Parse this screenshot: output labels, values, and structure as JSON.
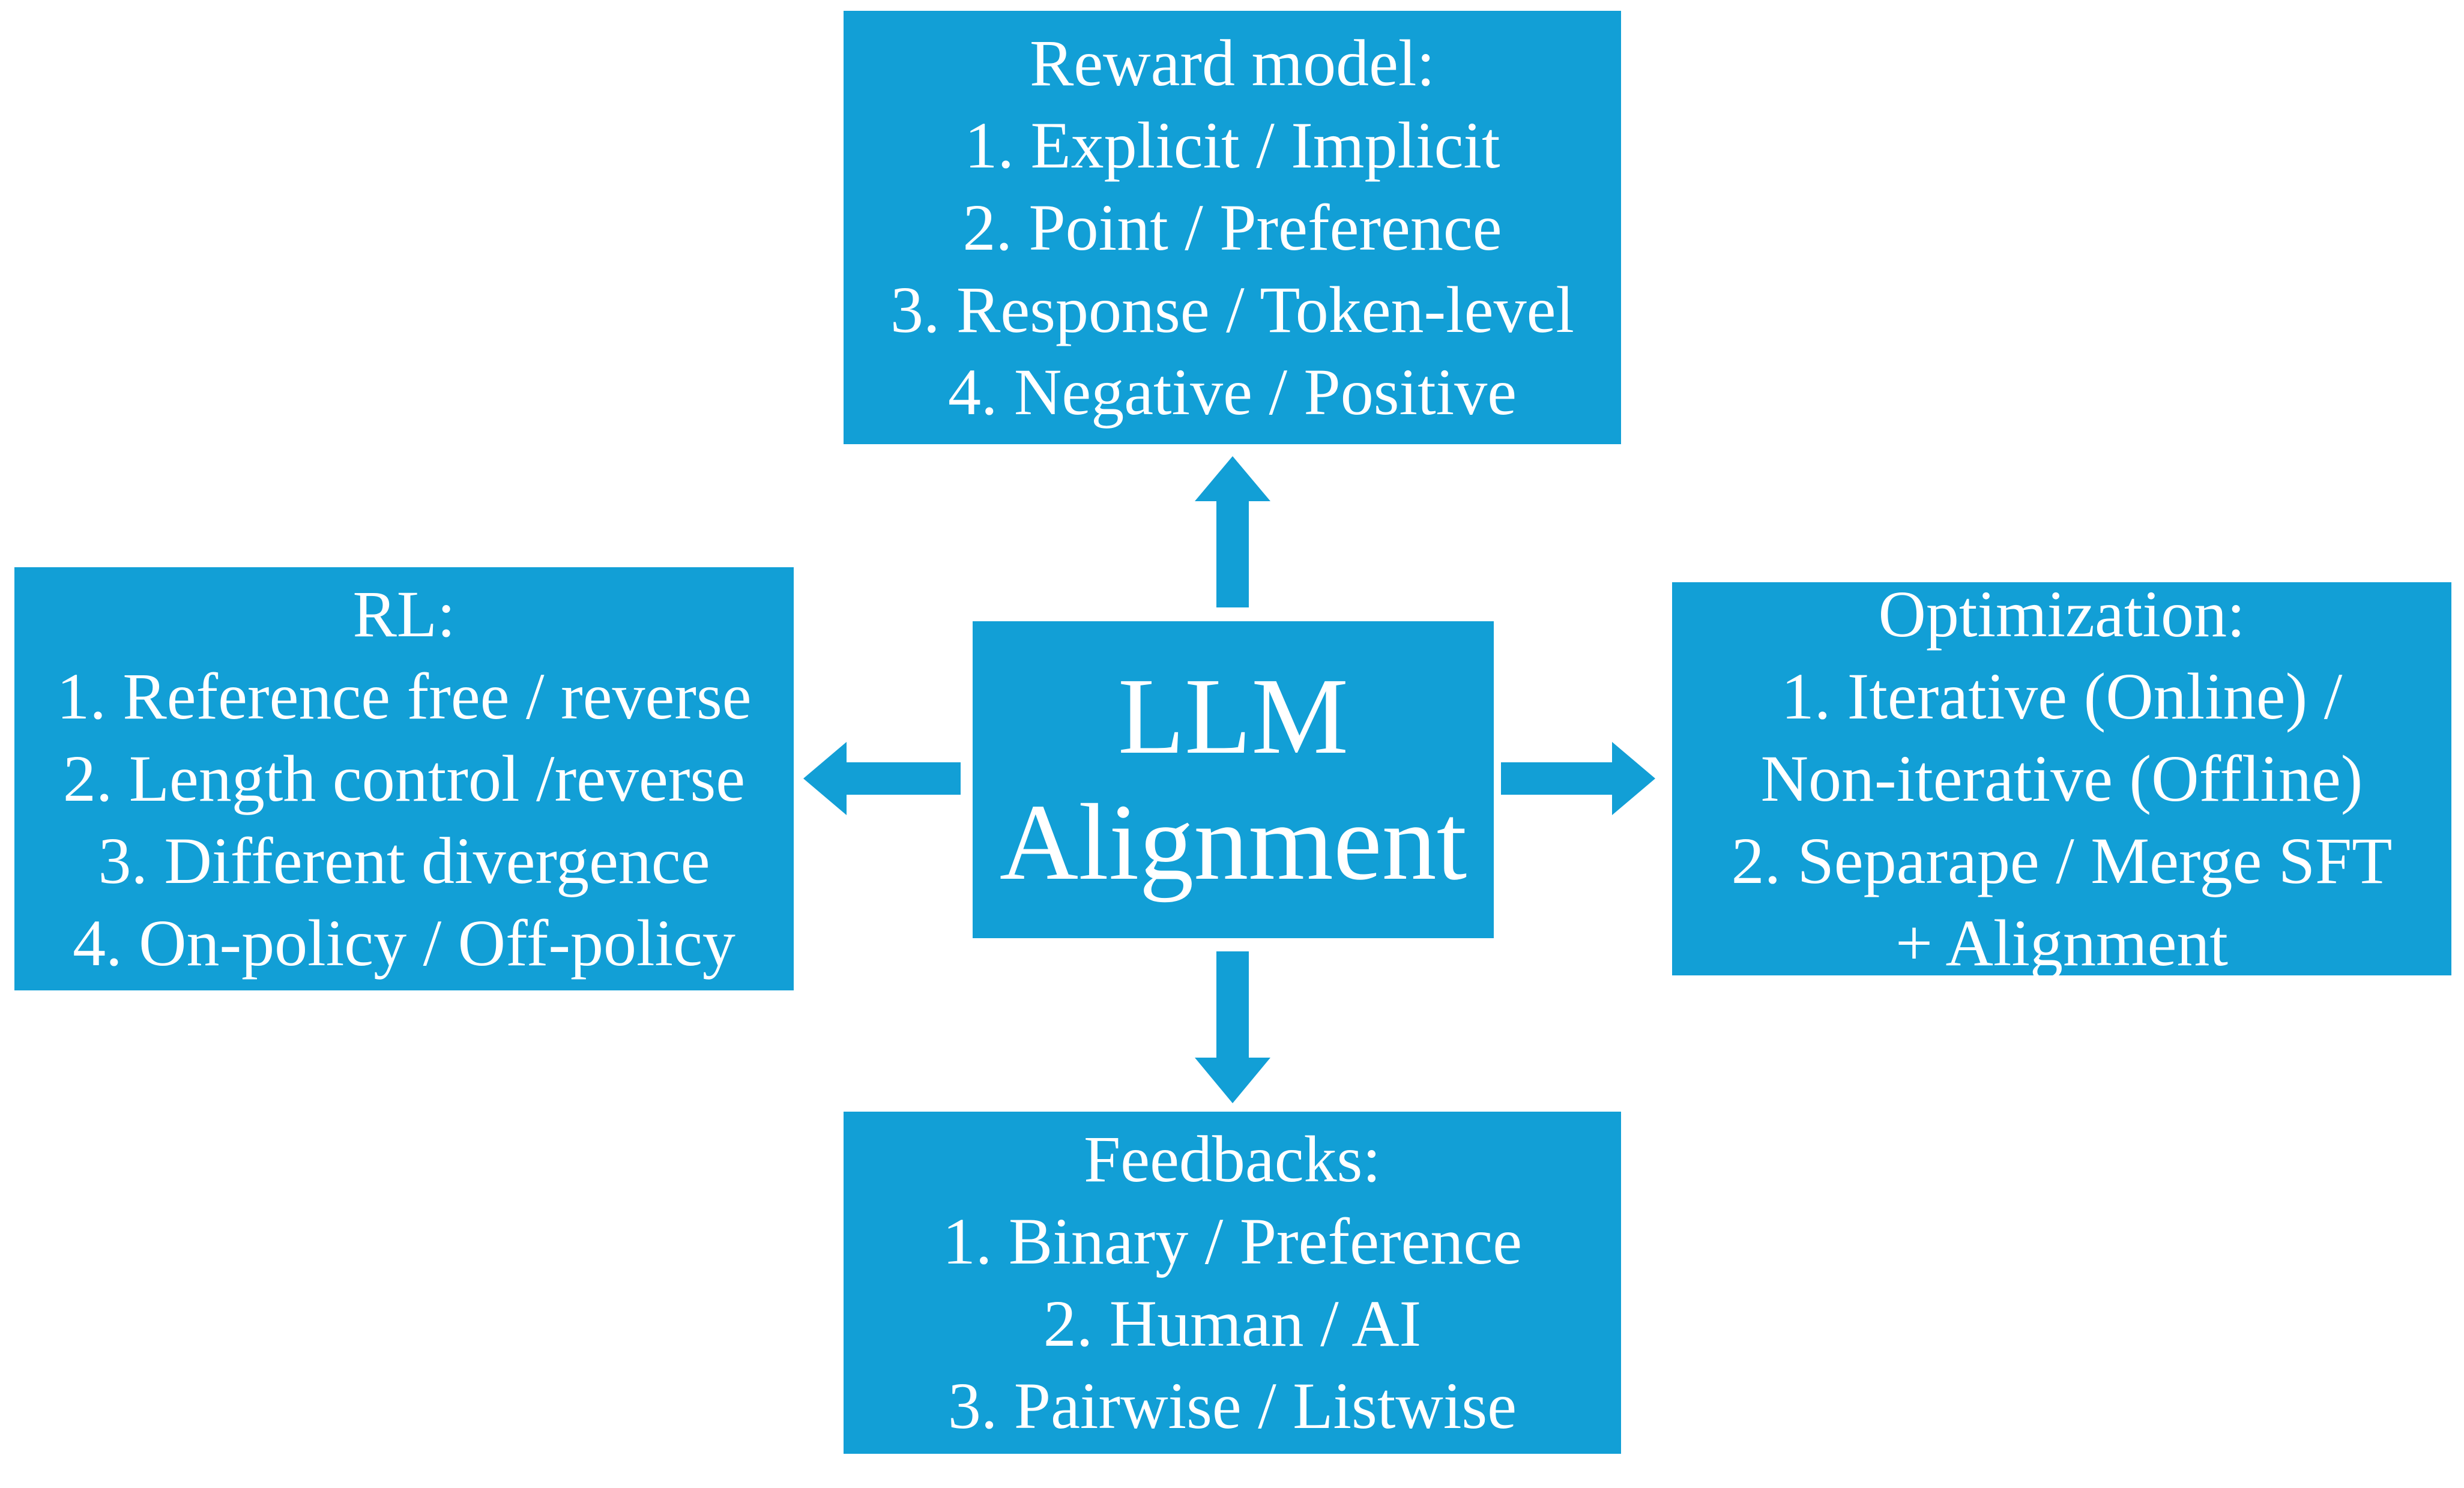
{
  "center": {
    "lines": [
      "LLM",
      "Alignment"
    ]
  },
  "reward_model": {
    "lines": [
      "Reward model:",
      "1. Explicit / Implicit",
      "2. Point / Preference",
      "3. Response / Token-level",
      "4. Negative / Positive"
    ]
  },
  "rl": {
    "lines": [
      "RL:",
      "1. Reference free / reverse",
      "2. Length control /reverse",
      "3. Different divergence",
      "4. On-policy / Off-policy"
    ]
  },
  "optimization": {
    "lines": [
      "Optimization:",
      "1. Iterative (Online) /",
      "Non-iterative (Offline)",
      "2. Separape / Merge SFT",
      "+ Alignment"
    ]
  },
  "feedbacks": {
    "lines": [
      "Feedbacks:",
      "1. Binary / Preference",
      "2. Human / AI",
      "3. Pairwise / Listwise"
    ]
  },
  "colors": {
    "box_fill": "#129fd6",
    "text": "#ffffff",
    "background": "#ffffff"
  }
}
